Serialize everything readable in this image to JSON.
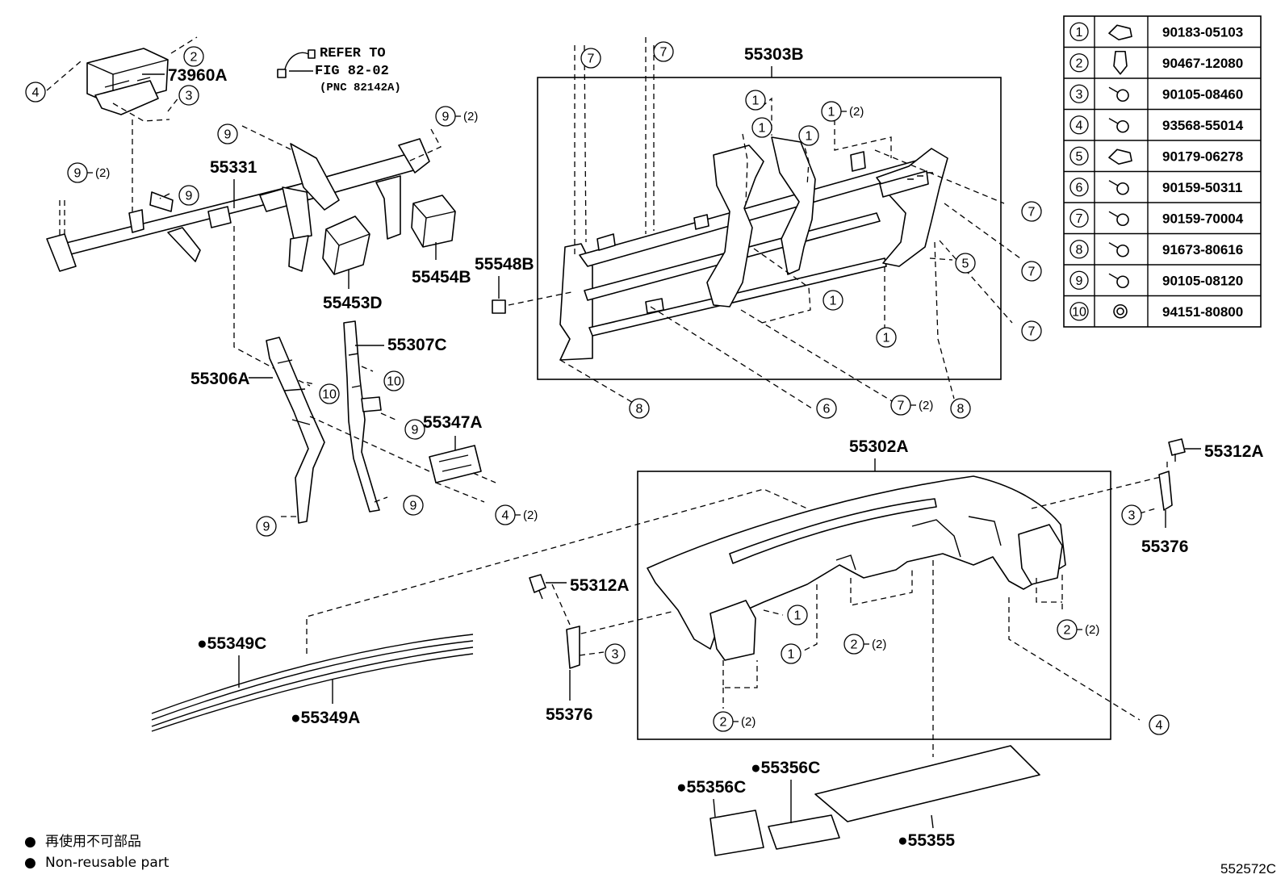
{
  "refer": {
    "line1": "REFER TO",
    "line2": "FIG 82-02",
    "line3": "(PNC 82142A)"
  },
  "parts": {
    "p73960A": "73960A",
    "p55331": "55331",
    "p55453D": "55453D",
    "p55454B": "55454B",
    "p55303B": "55303B",
    "p55548B": "55548B",
    "p55306A": "55306A",
    "p55307C": "55307C",
    "p55347A": "55347A",
    "p55302A": "55302A",
    "p55312A_right": "55312A",
    "p55376_right": "55376",
    "p55312A_left": "55312A",
    "p55376_left": "55376",
    "p55349C": "●55349C",
    "p55349A": "●55349A",
    "p55356C_a": "●55356C",
    "p55356C_b": "●55356C",
    "p55355": "●55355"
  },
  "qty": {
    "two": "(2)"
  },
  "fastener_table": [
    {
      "index": "1",
      "part_no": "90183-05103"
    },
    {
      "index": "2",
      "part_no": "90467-12080"
    },
    {
      "index": "3",
      "part_no": "90105-08460"
    },
    {
      "index": "4",
      "part_no": "93568-55014"
    },
    {
      "index": "5",
      "part_no": "90179-06278"
    },
    {
      "index": "6",
      "part_no": "90159-50311"
    },
    {
      "index": "7",
      "part_no": "90159-70004"
    },
    {
      "index": "8",
      "part_no": "91673-80616"
    },
    {
      "index": "9",
      "part_no": "90105-08120"
    },
    {
      "index": "10",
      "part_no": "94151-80800"
    }
  ],
  "legend": {
    "ja": "再使用不可部品",
    "en": "Non-reusable part",
    "bullet": "●"
  },
  "figure_id": "552572C"
}
